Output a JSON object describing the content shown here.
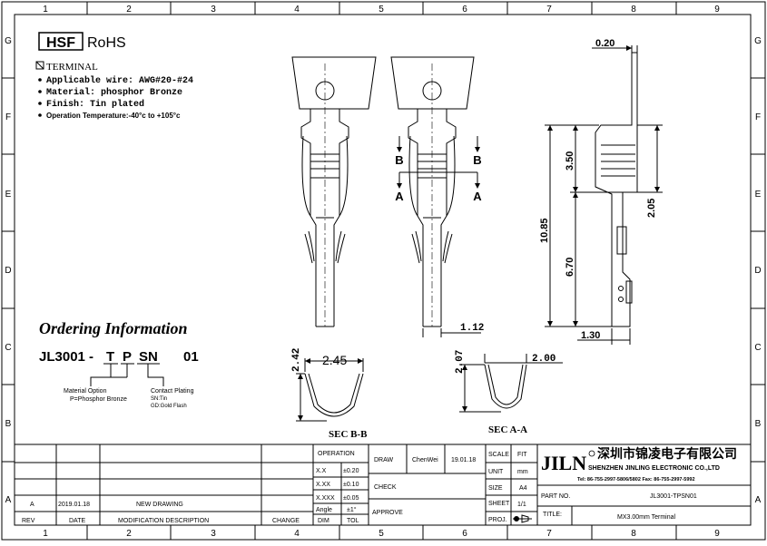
{
  "frame": {
    "col_numbers": [
      "1",
      "2",
      "3",
      "4",
      "5",
      "6",
      "7",
      "8",
      "9"
    ],
    "row_letters": [
      "G",
      "F",
      "E",
      "D",
      "C",
      "B",
      "A"
    ]
  },
  "header": {
    "hsf": "HSF",
    "rohs": "RoHS",
    "terminal_title": "TERMINAL",
    "specs": [
      "Applicable wire: AWG#20-#24",
      "Material: phosphor Bronze",
      "Finish: Tin plated",
      "Operation Temperature:-40°c to +105°c"
    ]
  },
  "ordering": {
    "title": "Ordering Information",
    "code_prefix": "JL3001 -",
    "code_t": "T",
    "code_p": "P",
    "code_sn": "SN",
    "code_01": "01",
    "material_option": "Material Option",
    "material_value": "P=Phosphor Bronze",
    "contact_plating": "Contact Plating",
    "plating_sn": "SN:Tin",
    "plating_gd": "GD:Gold Flash"
  },
  "dims": {
    "d020": "0.20",
    "d350": "3.50",
    "d1085": "10.85",
    "d205": "2.05",
    "d670": "6.70",
    "d130": "1.30",
    "d112": "1.12",
    "d242": "2.42",
    "d245": "2.45",
    "d207": "2.07",
    "d200": "2.00",
    "label_b": "B",
    "label_a": "A",
    "sec_bb": "SEC B-B",
    "sec_aa": "SEC A-A"
  },
  "title_block": {
    "operation": "OPERATION",
    "tol_rows": [
      {
        "k": "X.X",
        "v": "±0.20"
      },
      {
        "k": "X.XX",
        "v": "±0.10"
      },
      {
        "k": "X.XXX",
        "v": "±0.05"
      },
      {
        "k": "Angle",
        "v": "±1°"
      }
    ],
    "dim": "DIM",
    "tol": "TOL",
    "draw": "DRAW",
    "drawer": "ChenWei",
    "date": "19.01.18",
    "check": "CHECK",
    "approve": "APPROVE",
    "scale": "SCALE",
    "scale_val": "FIT",
    "unit": "UNIT",
    "unit_val": "mm",
    "size": "SIZE",
    "size_val": "A4",
    "sheet": "SHEET",
    "sheet_val": "1/1",
    "proj": "PROJ.",
    "company_logo": "JILN",
    "company_cn": "深圳市锦凌电子有限公司",
    "company_en": "SHENZHEN JINLING ELECTRONIC CO.,LTD",
    "tel": "Tel: 86-755-2997-5806/5802   Fax: 86-755-2997-5992",
    "part_no_label": "PART NO.",
    "part_no": "JL3001-TPSN01",
    "title_label": "TITLE:",
    "title_val": "MX3.00mm  Terminal",
    "rev_row": {
      "rev": "A",
      "date": "2019.01.18",
      "desc": "NEW DRAWING"
    },
    "rev_hdr": "REV",
    "date_hdr": "DATE",
    "mod_hdr": "MODIFICATION  DESCRIPTION",
    "change_hdr": "CHANGE"
  }
}
